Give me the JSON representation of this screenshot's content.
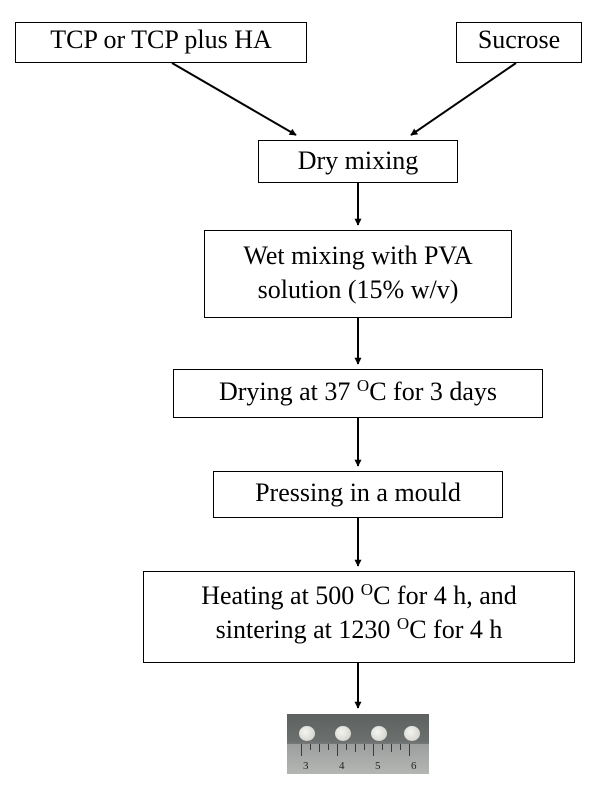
{
  "steps": {
    "input_a": "TCP or TCP plus HA",
    "input_b": "Sucrose",
    "dry_mixing": "Dry mixing",
    "wet_mixing_line1": "Wet mixing with PVA",
    "wet_mixing_line2": "solution (15% w/v)",
    "drying_pre": "Drying at 37 ",
    "drying_deg": "O",
    "drying_post": "C for 3 days",
    "pressing": "Pressing in a mould",
    "heating_pre": "Heating at 500 ",
    "heating_deg": "O",
    "heating_post": "C for 4 h, and",
    "sintering_pre": "sintering at 1230 ",
    "sintering_deg": "O",
    "sintering_post": "C for 4 h"
  },
  "photo": {
    "ruler_numbers": [
      "3",
      "4",
      "5",
      "6"
    ]
  },
  "colors": {
    "box_border": "#000000",
    "arrow": "#000000",
    "background": "#ffffff"
  }
}
